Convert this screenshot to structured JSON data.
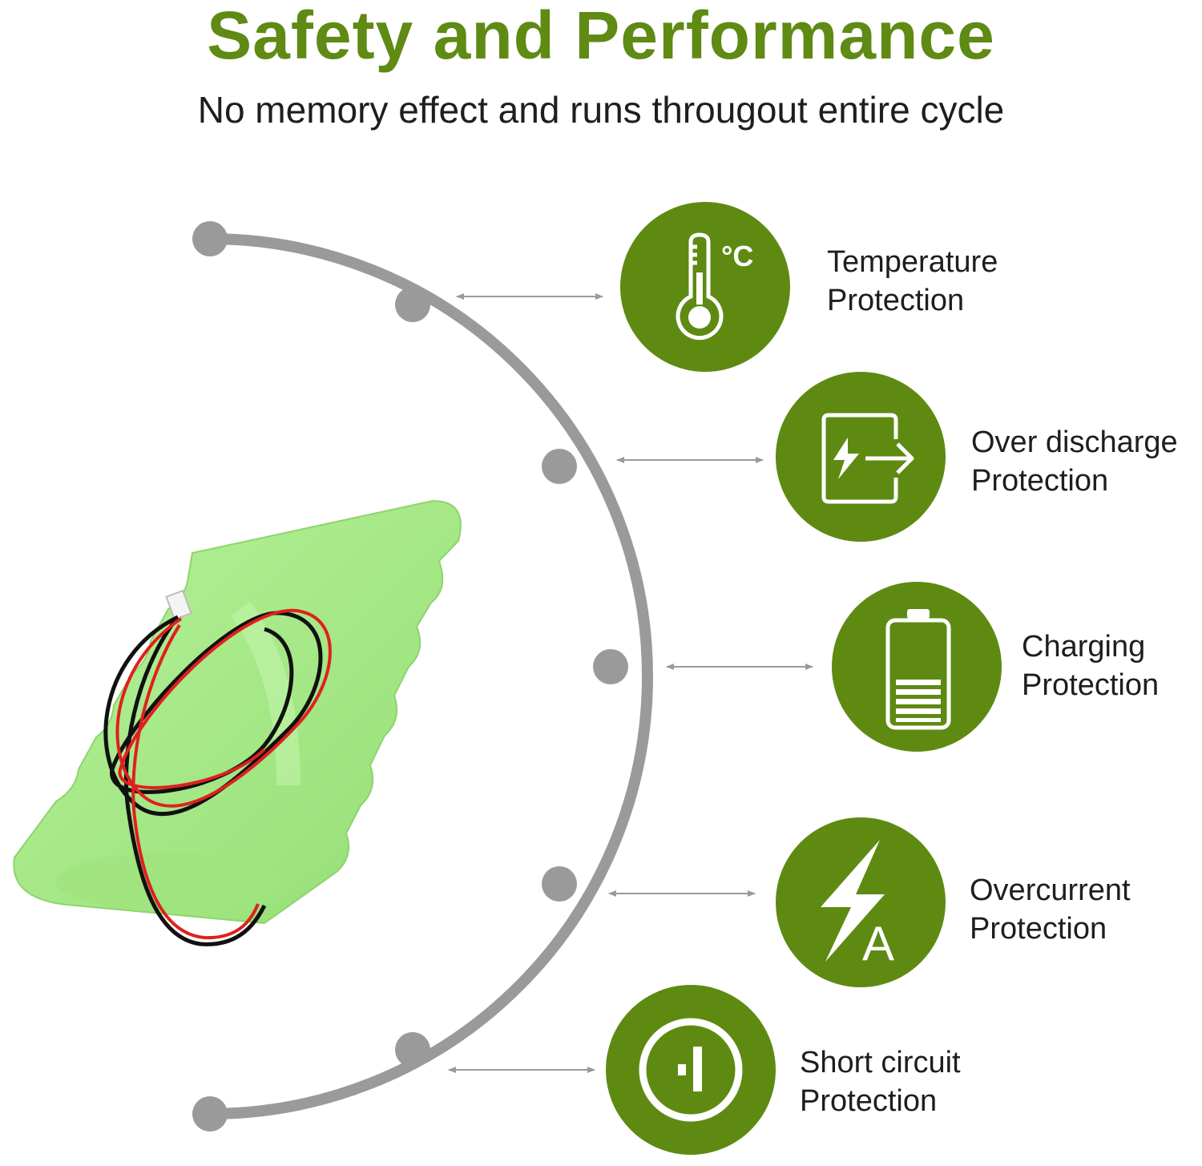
{
  "header": {
    "title": "Safety and Performance",
    "subtitle": "No memory effect and runs througout entire cycle"
  },
  "colors": {
    "accent": "#5e8a12",
    "title": "#5f8a14",
    "arc": "#9a9a9a",
    "battery": "#a8ec88"
  },
  "features": [
    {
      "icon": "thermometer-icon",
      "line1": "Temperature",
      "line2": "Protection",
      "celsius": "°C"
    },
    {
      "icon": "over-discharge-icon",
      "line1": "Over discharge",
      "line2": "Protection"
    },
    {
      "icon": "battery-icon",
      "line1": "Charging",
      "line2": "Protection"
    },
    {
      "icon": "lightning-icon",
      "line1": "Overcurrent",
      "line2": "Protection",
      "unit": "A"
    },
    {
      "icon": "power-icon",
      "line1": "Short circuit",
      "line2": "Protection"
    }
  ]
}
